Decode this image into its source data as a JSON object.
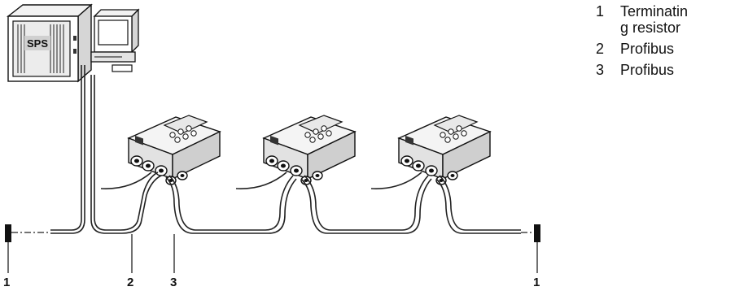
{
  "diagram": {
    "plc_label": "SPS",
    "callouts": {
      "resistor_left": "1",
      "profibus_a": "2",
      "profibus_b": "3",
      "resistor_right": "1"
    }
  },
  "legend": {
    "items": [
      {
        "num": "1",
        "text": "Terminating resistor"
      },
      {
        "num": "2",
        "text": "Profibus"
      },
      {
        "num": "3",
        "text": "Profibus"
      }
    ]
  }
}
